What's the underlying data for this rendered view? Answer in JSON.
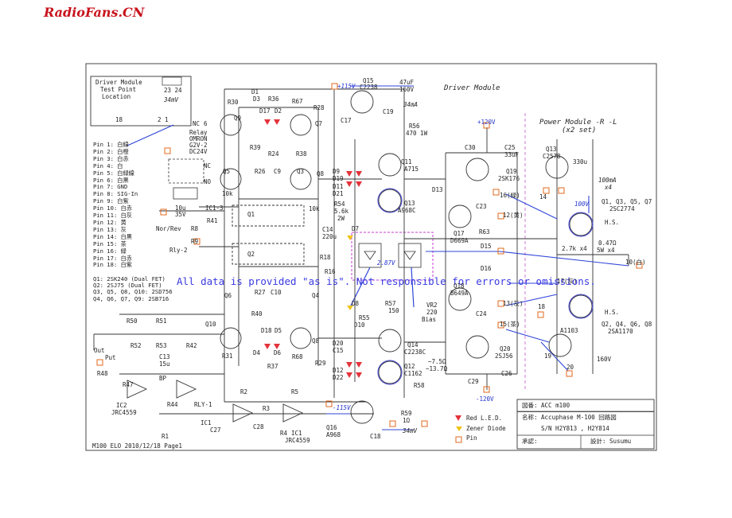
{
  "brand": "RadioFans.CN",
  "inset": {
    "title_lines": [
      "Driver Module",
      "Test Point",
      "Location"
    ],
    "label_18": "18",
    "label_21": "2 1",
    "label_2324": "23 24",
    "label_current": "34mV"
  },
  "relay": {
    "nc": "NC",
    "six": "6",
    "lines": [
      "Relay",
      "OMRON",
      "G2V-2",
      "DC24V"
    ],
    "nc2": "NC",
    "no": "NO"
  },
  "pins": [
    "Pin 1: 白線",
    "Pin 2: 白橙",
    "Pin 3: 白赤",
    "Pin 4: 白",
    "Pin 5: 白緑線",
    "Pin 6: 白黒",
    "Pin 7: GND",
    "Pin 8: SIG-In",
    "Pin 9: 白紫",
    "Pin 10: 白赤",
    "Pin 11: 白灰",
    "Pin 12: 黄",
    "Pin 13: 灰",
    "Pin 14: 白黒",
    "Pin 15: 茶",
    "Pin 16: 緑",
    "Pin 17: 白赤",
    "Pin 18: 白紫"
  ],
  "q_notes": [
    "Q1: 2SK240 (Dual FET)",
    "Q2: 2SJ75 (Dual FET)",
    "Q3, Q5, Q8, Q10: 2SD756",
    "Q4, Q6, Q7, Q9: 2SB716"
  ],
  "notice": "All data is provided \"as is\".  Not responsible for errors or omissions.",
  "section_titles": {
    "driver": "Driver Module",
    "power": "Power Module -R -L",
    "power_sub": "(x2 set)"
  },
  "labels": {
    "v115p": "+115V",
    "v115n": "-115V",
    "v120p": "+120V",
    "v120n": "-120V",
    "q15": "Q15",
    "c2238": "C2238",
    "c47u": "47uF",
    "v160": "160V",
    "ma34": "34mA",
    "mv34": "34mV",
    "r30": "R30",
    "r36": "R36",
    "r67": "R67",
    "r28": "R28",
    "d1": "D1",
    "d3": "D3",
    "d17": "D17",
    "d2": "D2",
    "q9": "Q9",
    "q7": "Q7",
    "r39": "R39",
    "r38": "R38",
    "r24": "R24",
    "r26": "R26",
    "c9": "C9",
    "q5": "Q5",
    "q3": "Q3",
    "q8": "Q8",
    "k10a": "10k",
    "k10b": "10k",
    "q1": "Q1",
    "q2": "Q2",
    "r41": "R41",
    "ic13": "IC1-3",
    "c10u": "10u",
    "v35": "35V",
    "norrev": "Nor/Rev",
    "rly2": "Rly-2",
    "r8": "R8",
    "r9": "R9",
    "r18": "R18",
    "r16": "R16",
    "q6": "Q6",
    "q4": "Q4",
    "r27": "R27",
    "c10": "C10",
    "r40": "R40",
    "q10": "Q10",
    "d18": "D18",
    "d5": "D5",
    "d4": "D4",
    "d6": "D6",
    "r37": "R37",
    "r68": "R68",
    "r29": "R29",
    "r31": "R31",
    "q8b": "Q8",
    "c17": "C17",
    "c19": "C19",
    "r56": "R56",
    "r56v": "470 1W",
    "q11": "Q11",
    "a715": "A715",
    "q13": "Q13",
    "a968c": "A968C",
    "d9": "D9",
    "d19": "D19",
    "d11": "D11",
    "d21": "D21",
    "r54": "R54",
    "k56": "5.6k",
    "w2": "2W",
    "c14": "C14",
    "c220u": "220u",
    "d7": "D7",
    "ohm22": "2.87V",
    "d8": "D8",
    "r55": "R55",
    "d10": "D10",
    "d20": "D20",
    "d12": "D12",
    "d22": "D22",
    "c15": "C15",
    "q14": "Q14",
    "c2238c": "C2238C",
    "q12": "Q12",
    "c1162": "C1162",
    "r57": "R57",
    "r57v": "150",
    "vr2": "VR2",
    "vr2v": "220",
    "bias": "Bias",
    "r58": "R58",
    "r59": "R59",
    "r59v": "1Ω",
    "q16": "Q16",
    "a968": "A968",
    "c18": "C18",
    "o75": "~7.5Ω",
    "o137": "~13.7Ω",
    "out": "Out",
    "put": "Put",
    "c13": "C13",
    "c15u": "15u",
    "bp": "BP",
    "r50": "R50",
    "r51": "R51",
    "r52": "R52",
    "r53": "R53",
    "r42": "R42",
    "r48": "R48",
    "r47": "R47",
    "ic2": "IC2",
    "jrc4559": "JRC4559",
    "r44": "R44",
    "rly1": "RLY-1",
    "r2": "R2",
    "r3": "R3",
    "r5": "R5",
    "r4": "R4",
    "c28": "C28",
    "ic1": "IC1",
    "c27": "C27",
    "r1": "R1",
    "ic1b": "IC1",
    "jrc4559b": "JRC4559",
    "c30": "C30",
    "c25": "C25",
    "c33u": "33uF",
    "q19": "Q19",
    "sk176": "2SK176",
    "c23": "C23",
    "q17": "Q17",
    "d669a": "D669A",
    "r63": "R63",
    "d15": "D15",
    "d16": "D16",
    "d13": "D13",
    "q18": "Q18",
    "b649a": "B649A",
    "c24": "C24",
    "q20": "Q20",
    "j56": "2SJ56",
    "c29": "C29",
    "c26": "C26",
    "q13p": "Q13",
    "c2578": "C2578",
    "c330u": "330u",
    "ma100": "100mA",
    "x4": "x4",
    "qnote1": "Q1, Q3, Q5, Q7",
    "qnote2": "2SC2774",
    "hs": "H.S.",
    "r47o": "0.47Ω",
    "w5x4": "5W x4",
    "k27x4": "2.7k x4",
    "q14p": "A1103",
    "qnote3": "Q2, Q4, Q6, Q8",
    "qnote4": "2SA1170",
    "v100": "100V",
    "c160v": "160V",
    "pin10": "10(白)",
    "pin12": "12(黄)",
    "pin16": "16(緑)",
    "pin13": "13(灰)",
    "pin15": "15(茶)",
    "pin14": "14",
    "pin17": "17(灰)",
    "pin18": "18",
    "pin19": "19",
    "pin20": "20"
  },
  "legend": [
    "Red L.E.D.",
    "Zener Diode",
    "Pin"
  ],
  "titleblock": {
    "row1": "図番:  ACC m100",
    "row2": "名称: Accuphase  M-100 回路図",
    "row2b": "S/N  H2Y813 , H2Y814",
    "row3a": "承認:",
    "row3b": "設計:  Susumu"
  },
  "footer": "M100 ELO 2010/12/18 Page1"
}
